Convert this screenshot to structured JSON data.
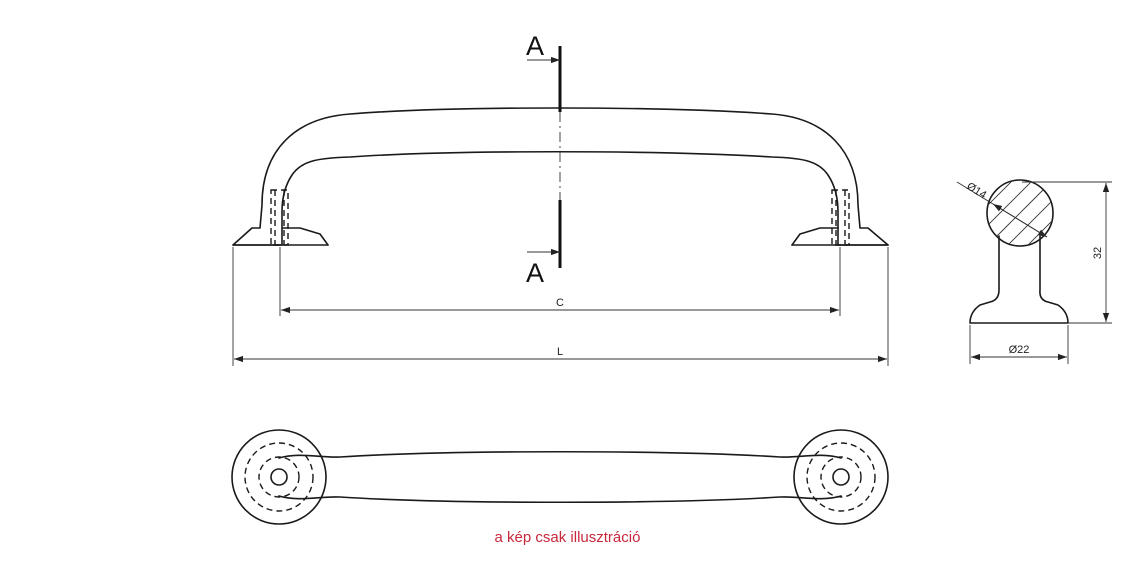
{
  "section": {
    "label_top": "A",
    "label_bottom": "A"
  },
  "dimensions": {
    "hole_spacing": "C",
    "overall_length": "L",
    "height": "32",
    "bar_diameter": "14",
    "base_diameter": "22",
    "diameter_symbol": "Ø"
  },
  "caption": "a kép csak illusztráció",
  "colors": {
    "caption": "#c8283c",
    "line": "#1a1a1a"
  }
}
